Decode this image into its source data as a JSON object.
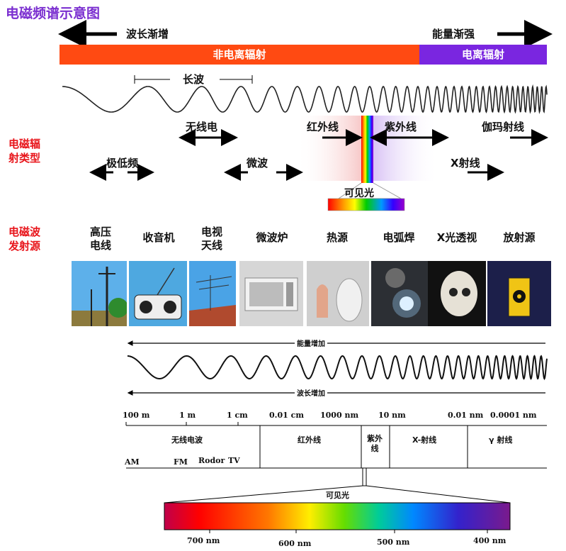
{
  "title": "电磁频谱示意图",
  "top": {
    "wavelength_increase": "波长渐增",
    "energy_increase": "能量渐强",
    "non_ionizing": "非电离辐射",
    "ionizing": "电离辐射",
    "long_wave": "长波"
  },
  "types": {
    "label_line1": "电磁辐",
    "label_line2": "射类型",
    "radio": "无线电",
    "infrared": "红外线",
    "ultraviolet": "紫外线",
    "gamma": "伽玛射线",
    "elf": "极低频",
    "microwave": "微波",
    "xray": "X射线",
    "visible": "可见光"
  },
  "sources": {
    "label_line1": "电磁波",
    "label_line2": "发射源",
    "items": [
      {
        "l1": "高压",
        "l2": "电线"
      },
      {
        "l1": "收音机",
        "l2": ""
      },
      {
        "l1": "电视",
        "l2": "天线"
      },
      {
        "l1": "微波炉",
        "l2": ""
      },
      {
        "l1": "热源",
        "l2": ""
      },
      {
        "l1": "电弧焊",
        "l2": ""
      },
      {
        "l1": "X光透视",
        "l2": ""
      },
      {
        "l1": "放射源",
        "l2": ""
      }
    ]
  },
  "lower": {
    "energy_increase": "能量增加",
    "wavelength_increase": "波长增加",
    "ticks": [
      "100 m",
      "1 m",
      "1 cm",
      "0.01 cm",
      "1000 nm",
      "10 nm",
      "0.01 nm",
      "0.0001 nm"
    ],
    "regions": {
      "radio": "无线电波",
      "infrared": "红外线",
      "uv_line1": "紫外",
      "uv_line2": "线",
      "xray": "X-射线",
      "gamma": "γ 射线"
    },
    "sub": {
      "am": "AM",
      "fm": "FM",
      "radar": "Rodor",
      "tv": "TV"
    },
    "visible": "可见光",
    "visible_ticks": [
      "700 nm",
      "600 nm",
      "500 nm",
      "400 nm"
    ]
  },
  "colors": {
    "non_ionizing": "#ff4a12",
    "ionizing": "#7a26e0",
    "title": "#7b2fd0",
    "label_red": "#e8141a"
  }
}
